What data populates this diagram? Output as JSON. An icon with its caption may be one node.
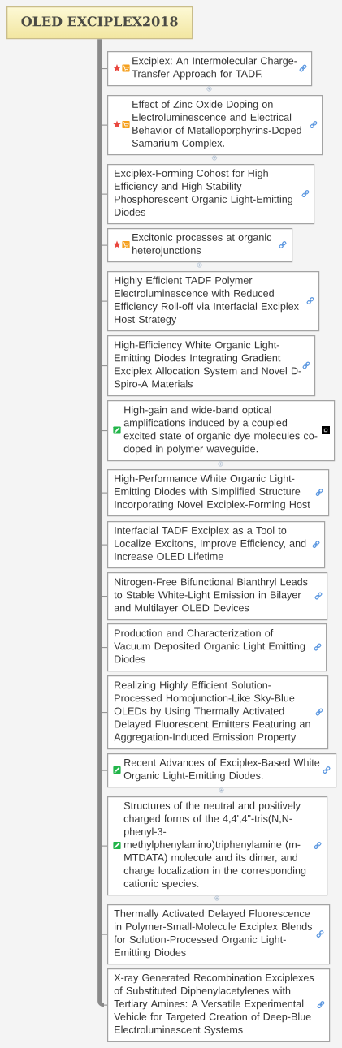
{
  "diagram": {
    "nodes": [
      {
        "text": [
          "OLED EXCIPLEX2018"
        ]
      },
      {
        "text": [
          "Exciplex: An Intermolecular Charge-Transfer Approach for TADF."
        ]
      },
      {
        "text": [
          "Effect of Zinc Oxide Doping on Electroluminescence and Electrical Behavior of Metalloporphyrins-Doped Samarium Complex."
        ]
      },
      {
        "text": [
          "Exciplex-Forming Cohost for High Efficiency and High Stability Phosphorescent Organic Light-Emitting Diodes"
        ]
      },
      {
        "text": [
          "Excitonic processes at organic heterojunctions"
        ]
      },
      {
        "text": [
          "Highly Efficient TADF Polymer Electroluminescence with Reduced Efficiency Roll-off via Interfacial Exciplex Host Strategy"
        ]
      },
      {
        "text": [
          "High-Efficiency White Organic Light-Emitting Diodes Integrating Gradient Exciplex Allocation System and Novel D-Spiro-A Materials"
        ]
      },
      {
        "text": [
          "High-gain and wide-band optical amplifications induced by a coupled excited state of organic dye molecules co-doped in polymer waveguide."
        ]
      },
      {
        "text": [
          "High-Performance White Organic Light-Emitting Diodes with Simplified Structure Incorporating Novel Exciplex-Forming Host"
        ]
      },
      {
        "text": [
          "Interfacial TADF Exciplex as a Tool to Localize Excitons, Improve Efficiency, and Increase OLED Lifetime"
        ]
      },
      {
        "text": [
          "Nitrogen-Free Bifunctional Bianthryl Leads to Stable White-Light Emission in Bilayer and Multilayer OLED Devices"
        ]
      },
      {
        "text": [
          "Production and Characterization of Vacuum Deposited Organic Light Emitting Diodes"
        ]
      },
      {
        "text": [
          "Realizing Highly Efficient Solution-Processed Homojunction-Like Sky-Blue OLEDs by Using Thermally Activated Delayed Fluorescent Emitters Featuring an Aggregation-Induced Emission Property"
        ]
      },
      {
        "text": [
          "Recent Advances of Exciplex-Based White Organic Light-Emitting Diodes."
        ]
      },
      {
        "text": [
          "Structures of the neutral and positively charged forms of the 4,4',4\"-tris(N,N-phenyl-3-methylphenylamino)triphenylamine (m-MTDATA) molecule and its dimer, and charge localization in the corresponding cationic species."
        ]
      },
      {
        "text": [
          "Thermally Activated Delayed Fluorescence in Polymer-Small-Molecule Exciplex Blends for Solution-Processed Organic Light-Emitting Diodes"
        ]
      },
      {
        "text": [
          "X-ray Generated Recombination Exciplexes of Substituted Diphenylacetylenes with Tertiary Amines: A Versatile Experimental Vehicle for Targeted Creation of Deep-Blue Electroluminescent Systems"
        ]
      }
    ],
    "edges": [
      {
        "from": 0,
        "to": 1,
        "arrow": "none"
      },
      {
        "from": 0,
        "to": 2,
        "arrow": "none"
      },
      {
        "from": 0,
        "to": 3,
        "arrow": "none"
      },
      {
        "from": 0,
        "to": 4,
        "arrow": "none"
      },
      {
        "from": 0,
        "to": 5,
        "arrow": "none"
      },
      {
        "from": 0,
        "to": 6,
        "arrow": "none"
      },
      {
        "from": 0,
        "to": 7,
        "arrow": "none"
      },
      {
        "from": 0,
        "to": 8,
        "arrow": "none"
      },
      {
        "from": 0,
        "to": 9,
        "arrow": "none"
      },
      {
        "from": 0,
        "to": 10,
        "arrow": "none"
      },
      {
        "from": 0,
        "to": 11,
        "arrow": "none"
      },
      {
        "from": 0,
        "to": 12,
        "arrow": "none"
      },
      {
        "from": 0,
        "to": 13,
        "arrow": "none"
      },
      {
        "from": 0,
        "to": 14,
        "arrow": "none"
      },
      {
        "from": 0,
        "to": 15,
        "arrow": "none"
      },
      {
        "from": 0,
        "to": 16,
        "arrow": "none"
      }
    ]
  }
}
